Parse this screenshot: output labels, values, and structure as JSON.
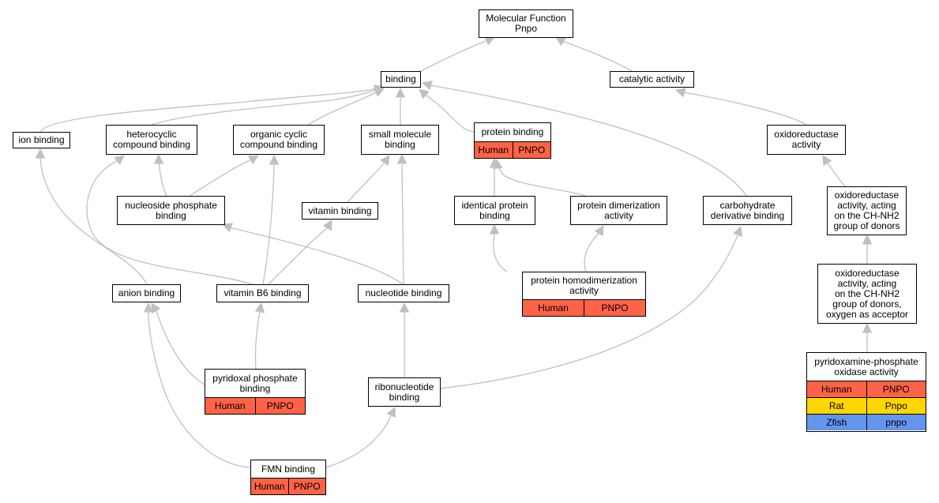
{
  "colors": {
    "edge": "#c0c0c0",
    "human": "#ff6347",
    "rat": "#ffd700",
    "zfish": "#6495ed"
  },
  "nodes": {
    "mf": {
      "label": "Molecular Function\nPnpo"
    },
    "binding": {
      "label": "binding"
    },
    "catalytic": {
      "label": "catalytic activity"
    },
    "ion": {
      "label": "ion binding"
    },
    "heterocyclic": {
      "label": "heterocyclic\ncompound binding"
    },
    "organic_cyclic": {
      "label": "organic cyclic\ncompound binding"
    },
    "small_molecule": {
      "label": "small molecule\nbinding"
    },
    "protein_binding": {
      "label": "protein binding",
      "annotations": [
        [
          "Human",
          "PNPO"
        ]
      ]
    },
    "oxidoreductase": {
      "label": "oxidoreductase\nactivity"
    },
    "nucleoside_phosphate": {
      "label": "nucleoside phosphate\nbinding"
    },
    "vitamin": {
      "label": "vitamin binding"
    },
    "identical_protein": {
      "label": "identical protein\nbinding"
    },
    "protein_dimerization": {
      "label": "protein dimerization\nactivity"
    },
    "carbohydrate": {
      "label": "carbohydrate\nderivative binding"
    },
    "oxido_ch_nh2": {
      "label": "oxidoreductase\nactivity, acting\non the CH-NH2\ngroup of donors"
    },
    "anion": {
      "label": "anion binding"
    },
    "vitamin_b6": {
      "label": "vitamin B6 binding"
    },
    "nucleotide": {
      "label": "nucleotide binding"
    },
    "protein_homodimerization": {
      "label": "protein homodimerization\nactivity",
      "annotations": [
        [
          "Human",
          "PNPO"
        ]
      ]
    },
    "oxido_oxygen": {
      "label": "oxidoreductase\nactivity, acting\non the CH-NH2\ngroup of donors,\noxygen as acceptor"
    },
    "pyridoxal": {
      "label": "pyridoxal phosphate\nbinding",
      "annotations": [
        [
          "Human",
          "PNPO"
        ]
      ]
    },
    "ribonucleotide": {
      "label": "ribonucleotide\nbinding"
    },
    "pyridoxamine": {
      "label": "pyridoxamine-phosphate\noxidase activity",
      "annotations": [
        [
          "Human",
          "PNPO"
        ],
        [
          "Rat",
          "Pnpo"
        ],
        [
          "Zfish",
          "pnpo"
        ]
      ]
    },
    "fmn": {
      "label": "FMN binding",
      "annotations": [
        [
          "Human",
          "PNPO"
        ]
      ]
    }
  }
}
